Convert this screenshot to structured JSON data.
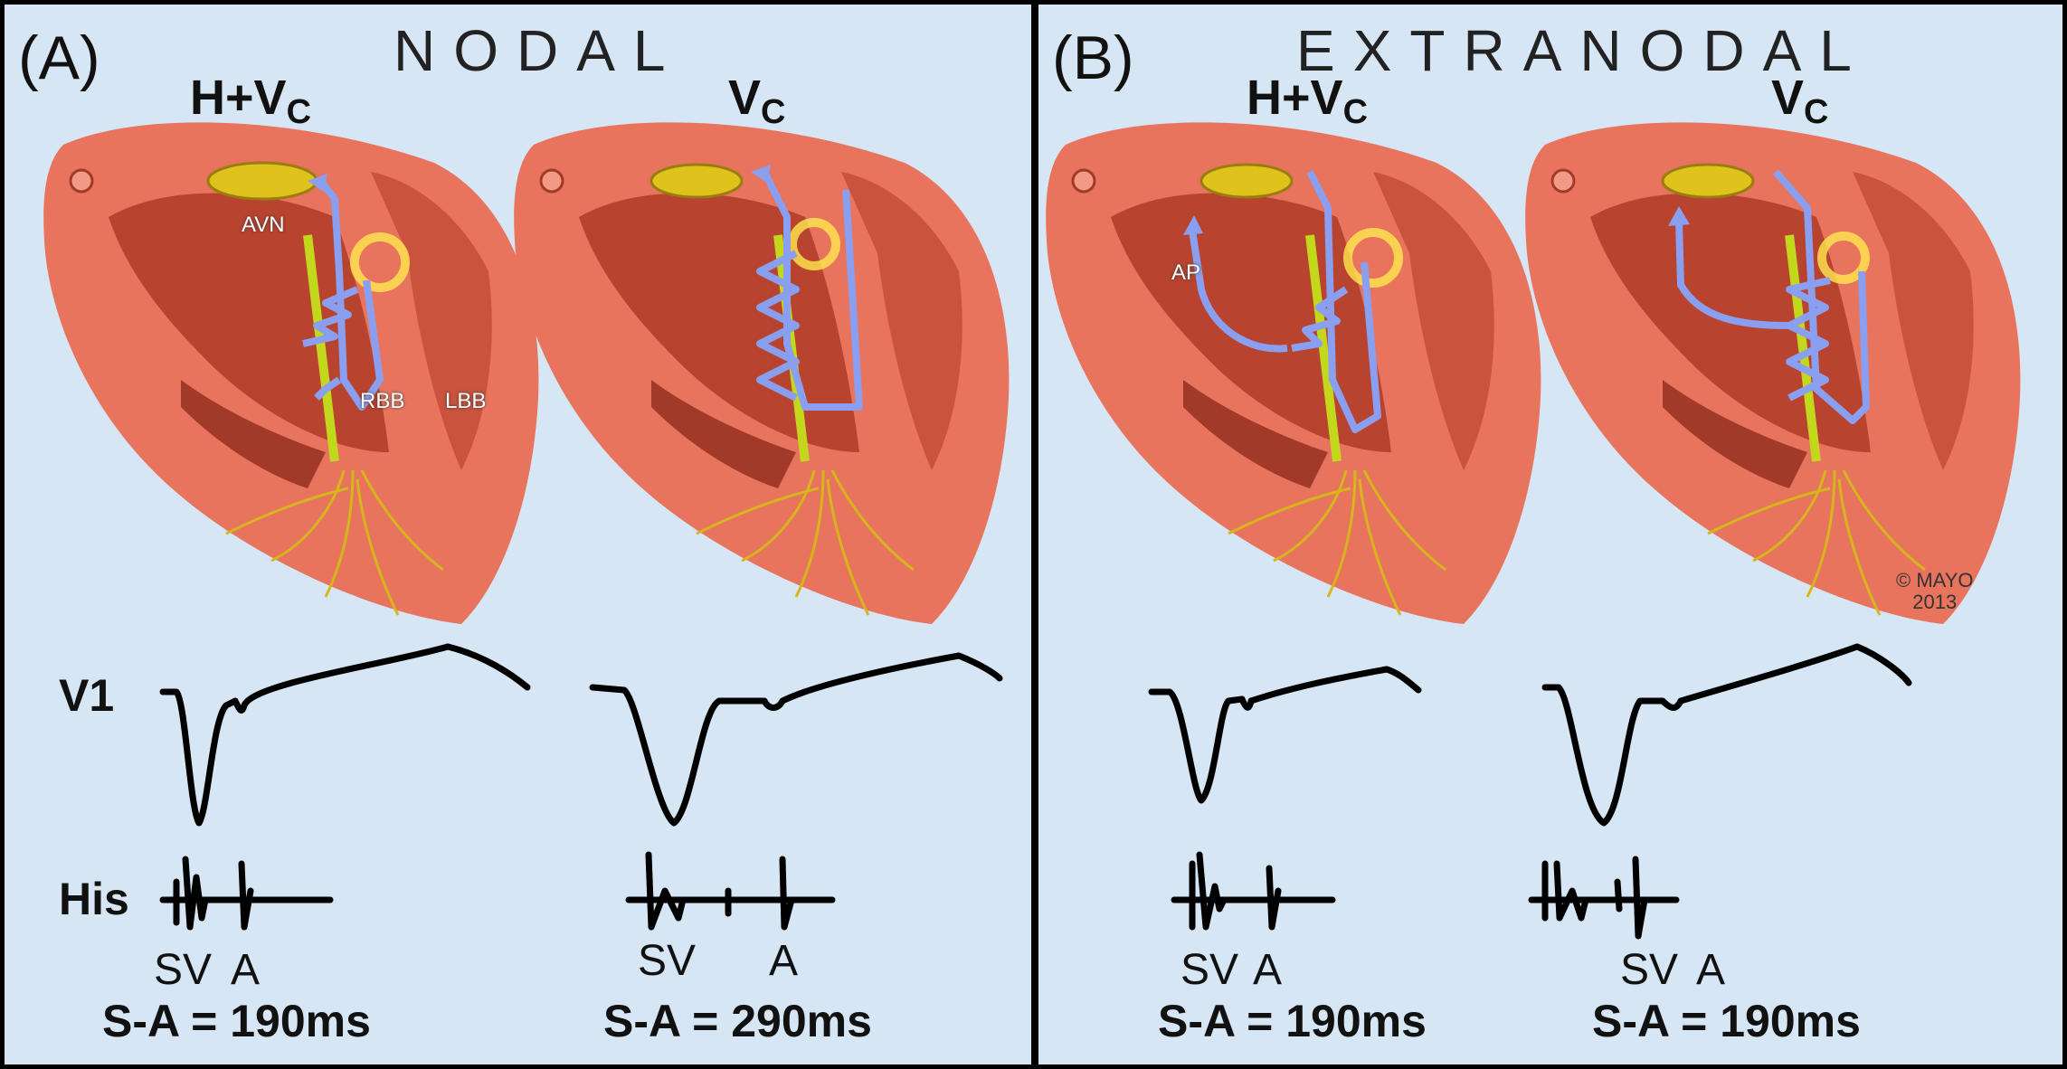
{
  "panels": [
    {
      "tag": "(A)",
      "title": "NODAL",
      "columns": [
        {
          "header_main": "H+V",
          "header_sub": "C",
          "sv": "SV",
          "a": "A",
          "sa": "S-A = 190ms"
        },
        {
          "header_main": "V",
          "header_sub": "C",
          "sv": "SV",
          "a": "A",
          "sa": "S-A = 290ms"
        }
      ]
    },
    {
      "tag": "(B)",
      "title": "EXTRANODAL",
      "columns": [
        {
          "header_main": "H+V",
          "header_sub": "C",
          "sv": "SV",
          "a": "A",
          "sa": "S-A = 190ms"
        },
        {
          "header_main": "V",
          "header_sub": "C",
          "sv": "SV",
          "a": "A",
          "sa": "S-A = 190ms"
        }
      ]
    }
  ],
  "leads": {
    "v1": "V1",
    "his": "His"
  },
  "structures": {
    "avn": "AVN",
    "rbb": "RBB",
    "lbb": "LBB",
    "ap": "AP"
  },
  "copyright": {
    "line1": "© MAYO",
    "line2": "2013"
  },
  "colors": {
    "background": "#d7e6f4",
    "heart": "#e8745e",
    "conduction": "#8a9ff0",
    "node": "#e0c21c",
    "border": "#000000"
  }
}
